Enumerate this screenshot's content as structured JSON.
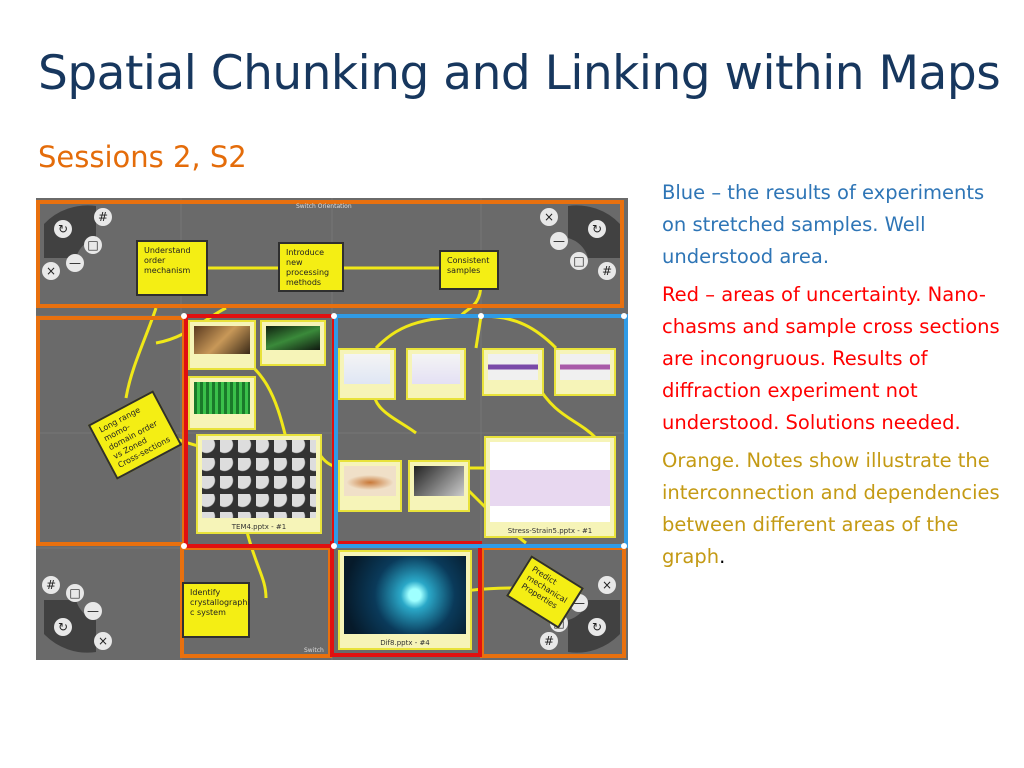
{
  "slide": {
    "title": "Spatial Chunking and Linking within Maps",
    "subtitle": "Sessions 2, S2"
  },
  "notes": {
    "blue": "Blue – the results of experiments on stretched samples. Well understood area.",
    "red": "Red – areas of uncertainty. Nano-chasms and sample cross sections are incongruous. Results of diffraction experiment not understood. Solutions needed.",
    "orange_main": "Orange. Notes show illustrate the interconnection and dependencies between different areas of the graph",
    "orange_period": "."
  },
  "map": {
    "top_tab": "Switch Orientation",
    "bottom_tab": "Switch",
    "stickies": {
      "understand": "Understand order mechanism",
      "introduce": "Introduce new processing methods",
      "consistent": "Consistent samples",
      "long_range": "Long range momo-domain order vs Zoned Cross-sections",
      "identify": "Identify crystallographi c system",
      "predict": "Predict mechanical Properties"
    },
    "thumbs": {
      "tem4": "TEM4.pptx - #1",
      "stress": "Stress-Strain5.pptx - #1",
      "dif8": "Dif8.pptx - #4"
    },
    "corner_buttons": [
      "↻",
      "#",
      "□",
      "—",
      "×"
    ],
    "colors": {
      "orange": "#e8700e",
      "red": "#e01010",
      "blue": "#2f9be6",
      "yellow": "#f0e818",
      "surface": "#6a6a6a"
    }
  }
}
